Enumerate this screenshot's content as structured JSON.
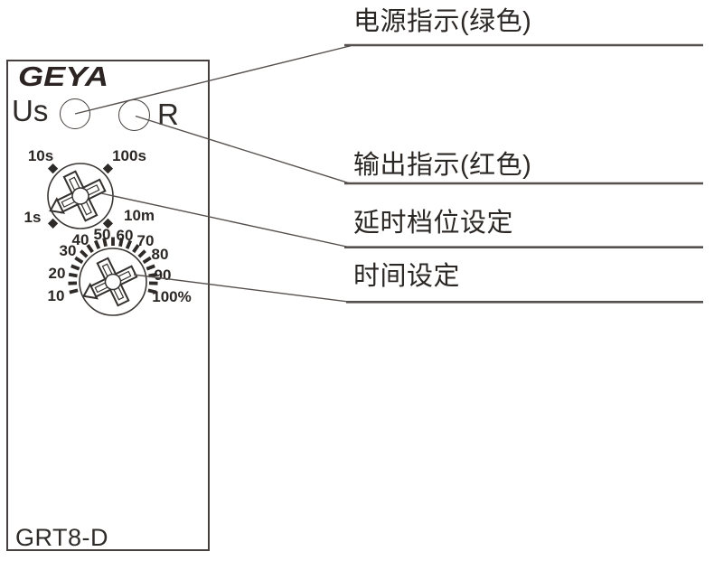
{
  "colors": {
    "ink": "#2b2725",
    "line": "#55504d"
  },
  "device": {
    "logo": "GEYA",
    "model": "GRT8-D",
    "power_led_label": "Us",
    "reset_led_label": "R"
  },
  "dials": {
    "delay_range": {
      "labels": [
        "10s",
        "100s",
        "1s",
        "10m"
      ]
    },
    "time_setting": {
      "labels": [
        "10",
        "20",
        "30",
        "40",
        "50",
        "60",
        "70",
        "80",
        "90",
        "100%"
      ]
    }
  },
  "annotations": {
    "power": {
      "label": "电源指示(绿色)"
    },
    "output": {
      "label": "输出指示(红色)"
    },
    "delay_range": {
      "label": "延时档位设定"
    },
    "time_setting": {
      "label": "时间设定"
    }
  }
}
